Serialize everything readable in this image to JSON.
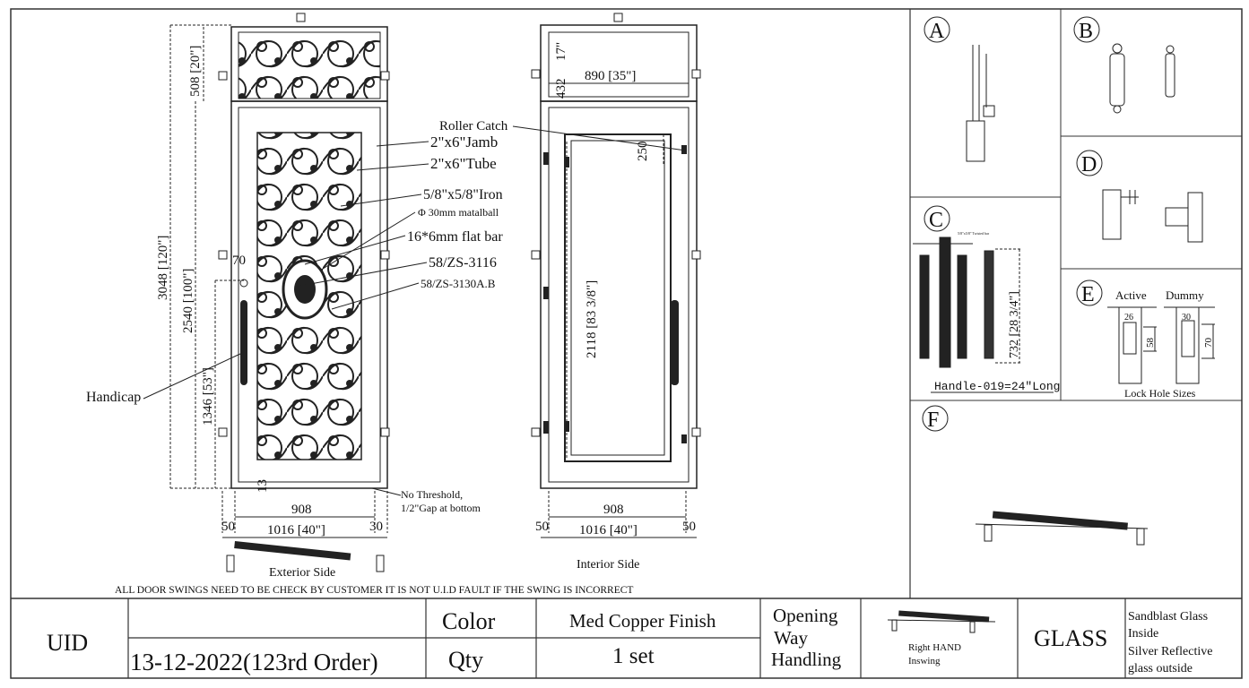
{
  "left_view": {
    "callouts": [
      "Roller Catch",
      "2\"x6\"Jamb",
      "2\"x6\"Tube",
      "5/8\"x5/8\"Iron",
      "Φ 30mm matalball",
      "16*6mm flat bar",
      "58/ZS-3116",
      "58/ZS-3130A.B"
    ],
    "handicap": "Handicap",
    "dims": {
      "transom_h": "508 [20\"]",
      "total_h": "3048 [120\"]",
      "door_h": "2540 [100\"]",
      "handle_h": "1346 [53\"]",
      "handle_offset": "70",
      "gap": "13",
      "inner_w": "908",
      "outer_w": "1016 [40\"]",
      "left_margin": "50",
      "right_margin": "30"
    },
    "threshold_note": "No Threshold,\n1/2\"Gap at bottom",
    "caption": "Exterior Side"
  },
  "right_view": {
    "dims": {
      "transom_w": "890 [35\"]",
      "transom_h_top": "17\"",
      "transom_h": "432",
      "catch_h": "250",
      "glass_h": "2118 [83 3/8\"]",
      "inner_w": "908",
      "outer_w": "1016 [40\"]",
      "left_margin": "50",
      "right_margin": "50"
    },
    "caption": "Interior Side"
  },
  "warning": "ALL DOOR SWINGS NEED TO BE CHECK BY CUSTOMER IT IS NOT U.I.D FAULT IF THE SWING IS  INCORRECT",
  "details": {
    "a": {
      "label": "A"
    },
    "b": {
      "label": "B"
    },
    "c": {
      "label": "C",
      "tiny_note": "5/8\"x5/8\" Twisted bar",
      "dim": "732 [28 3/4\"]",
      "caption": "Handle-019=24\"Long"
    },
    "d": {
      "label": "D"
    },
    "e": {
      "label": "E",
      "active": "Active",
      "dummy": "Dummy",
      "active_top": "26",
      "active_dim": "58",
      "dummy_top": "30",
      "dummy_dim": "70",
      "caption": "Lock Hole Sizes"
    },
    "f": {
      "label": "F"
    }
  },
  "title_block": {
    "company": "UID",
    "order": "13-12-2022(123rd Order)",
    "color_label": "Color",
    "color_value": "Med Copper Finish",
    "qty_label": "Qty",
    "qty_value": "1 set",
    "opening_label_1": "Opening",
    "opening_label_2": "Way",
    "opening_label_3": "Handling",
    "swing_1": "Right HAND",
    "swing_2": "Inswing",
    "glass_label": "GLASS",
    "glass_1": "Sandblast Glass",
    "glass_2": " Inside",
    "glass_3": "Silver Reflective",
    "glass_4": "glass outside"
  }
}
